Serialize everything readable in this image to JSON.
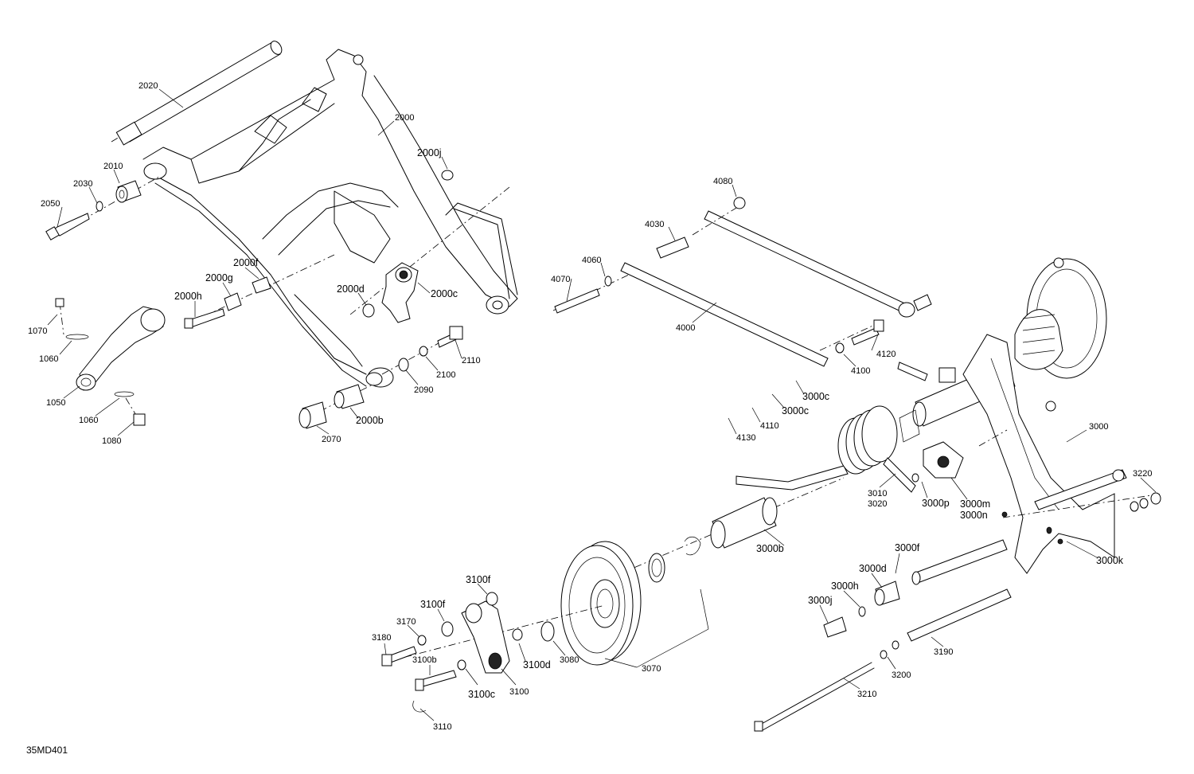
{
  "drawing_id": "35MD401",
  "callouts": [
    "2020",
    "2000",
    "2000j",
    "2010",
    "2030",
    "2050",
    "2000f",
    "2000g",
    "2000h",
    "2000d",
    "2000c",
    "1070",
    "1060",
    "1050",
    "1060",
    "1080",
    "2110",
    "2100",
    "2090",
    "2070",
    "2000b",
    "4080",
    "4030",
    "4060",
    "4070",
    "4000",
    "4120",
    "4100",
    "3000c",
    "3000c",
    "4110",
    "4130",
    "3000",
    "3010",
    "3020",
    "3000p",
    "3000m",
    "3000n",
    "3000b",
    "3220",
    "3000f",
    "3000k",
    "3000d",
    "3000h",
    "3000j",
    "3100f",
    "3100f",
    "3170",
    "3180",
    "3100b",
    "3100c",
    "3100",
    "3100d",
    "3080",
    "3070",
    "3190",
    "3200",
    "3210",
    "3110"
  ]
}
